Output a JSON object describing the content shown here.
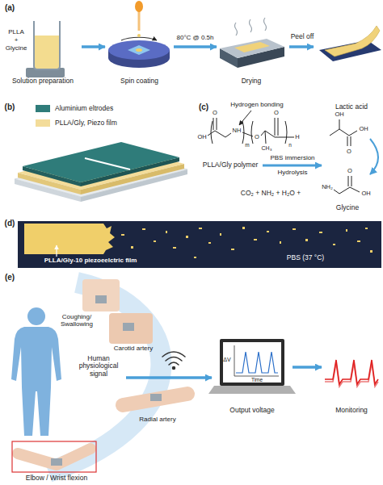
{
  "diagram": {
    "nodes": [
      {
        "text": [
          "Solution preparation"
        ]
      },
      {
        "text": [
          "Spin coating"
        ]
      },
      {
        "text": [
          "Drying"
        ]
      },
      {
        "text": [
          "Human physiological signal"
        ]
      },
      {
        "text": [
          "Output voltage"
        ]
      },
      {
        "text": [
          "Monitoring"
        ]
      }
    ],
    "edges": [
      {
        "from": 0,
        "to": 1,
        "arrow": "to"
      },
      {
        "from": 1,
        "to": 2,
        "arrow": "to",
        "label": "80°C @ 0.5h"
      },
      {
        "from": 3,
        "to": 4,
        "arrow": "to"
      },
      {
        "from": 4,
        "to": 5,
        "arrow": "to"
      }
    ],
    "labels": [
      "(a)",
      "PLLA",
      "+",
      "Glycine",
      "Peel off",
      "(b)",
      "(c)",
      "Hydrogen bonding",
      "OH",
      "O",
      "NH",
      "m",
      "O",
      "CH₃",
      "O",
      "n",
      "H",
      "PLLA/Gly polymer",
      "PBS immersion",
      "Hydrolysis",
      "Lactic acid",
      "OH",
      "O",
      "OH",
      "CO₂ + NH₂ + H₂O +",
      "NH₂",
      "O",
      "OH",
      "Glycine",
      "(d)",
      "PLLA/Gly-10 piezoeelctric film",
      "PBS (37 °C)",
      "(e)",
      "Coughing/ Swallowing",
      "Carotid artery",
      "Radial artery",
      "Elbow / Wrist flexion",
      "ΔV",
      "Time"
    ],
    "legend": [
      {
        "text": "Aluminium eltrodes",
        "color": "#2f7c7a"
      },
      {
        "text": "PLLA/Gly, Piezo film",
        "color": "#f3dc9a"
      }
    ]
  }
}
